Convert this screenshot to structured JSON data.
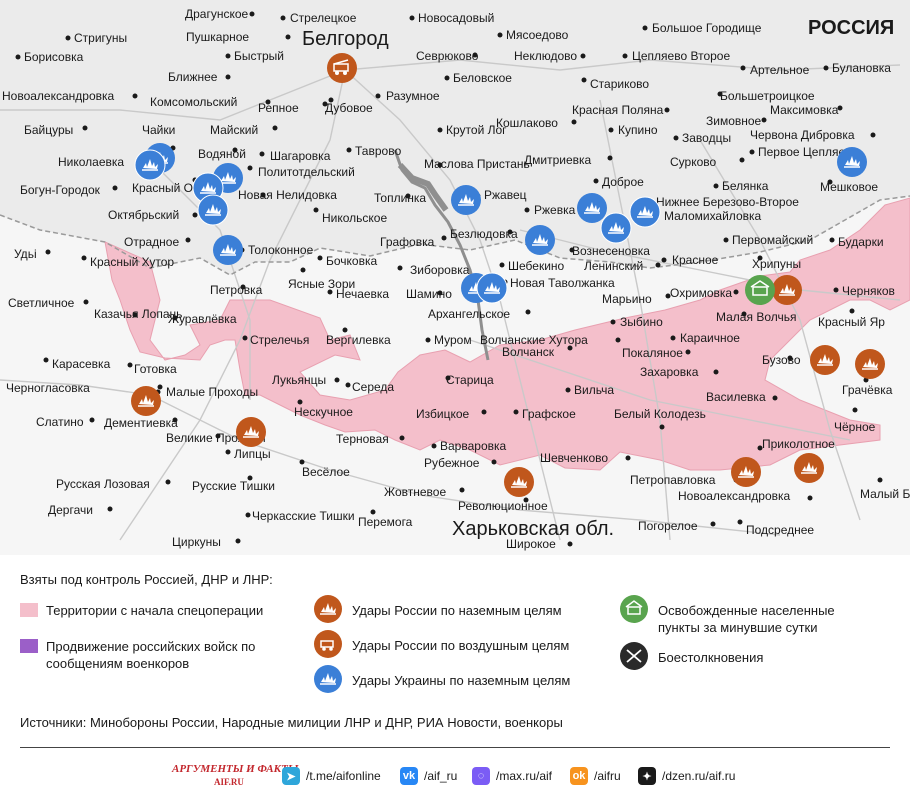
{
  "map": {
    "country_label": "РОССИЯ",
    "region_label": "Харьковская обл.",
    "city_label": "Белгород",
    "colors": {
      "land_ru": "#ebebeb",
      "land_ua": "#f6f6f6",
      "controlled": "#f4bfcb",
      "controlled_edge": "#e8a0b0",
      "water": "#9a9a9a",
      "road": "#c6c6c6",
      "border": "#a0a0a0",
      "strike_ru": "#c0571c",
      "strike_ua": "#3b7fd7",
      "liberated": "#59a44e",
      "clash": "#2a2a2a"
    },
    "settlements": [
      "Драгунское",
      "Стрелецкое",
      "Новосадовый",
      "Стригуны",
      "Пушкарное",
      "Быстрый",
      "Мясоедово",
      "Большое Городище",
      "Борисовка",
      "Севрюково",
      "Неклюдово",
      "Цепляево Второе",
      "Артельное",
      "Булановка",
      "Ближнее",
      "Беловское",
      "Стариково",
      "Новоалександровка",
      "Комсомольский",
      "Репное",
      "Дубовое",
      "Разумное",
      "Большетроицкое",
      "Максимовка",
      "Красная Поляна",
      "Зимовное",
      "Байцуры",
      "Майский",
      "Крутой Лог",
      "Кошлаково",
      "Купино",
      "Заводцы",
      "Червона Дибровка",
      "Чайки",
      "Шагаровка",
      "Тавровo",
      "Николаевка",
      "Водяной",
      "Политотдельский",
      "Маслова Пристань",
      "Дмитриевка",
      "Сурково",
      "Первое Цепляево",
      "Богун-Городок",
      "Красный Октябрь",
      "Новая Нелидовка",
      "Топлинка",
      "Ржавец",
      "Доброе",
      "Белянка",
      "Мешковое",
      "Октябрьский",
      "Никольское",
      "Ржевка",
      "Нижнее Березово-Второе",
      "Маломихайловка",
      "Отрадное",
      "Толоконное",
      "Графовка",
      "Безлюдовка",
      "Вознесеновка",
      "Первомайский",
      "Бударки",
      "Удьі",
      "Красный Хутор",
      "Бочковка",
      "Шебекино",
      "Ленинский",
      "Хрипуны",
      "Петровка",
      "Зиборовка",
      "Новая Таволжанка",
      "Красное",
      "Черняков",
      "Светличное",
      "Ясные Зори",
      "Нечаевка",
      "Шамино",
      "Марьино",
      "Охримовка",
      "Малая Волчья",
      "Казачья Лопань",
      "Журавлёвка",
      "Стрелечья",
      "Архангельское",
      "Зыбино",
      "Красный Яр",
      "Вергилевка",
      "Муром",
      "Волчанские Хутора",
      "Волчанск",
      "Караичное",
      "Покаляное",
      "Карасевка",
      "Готовка",
      "Бузово",
      "Грачёвка",
      "Черногласовка",
      "Малые Проходы",
      "Лукьянцы",
      "Середа",
      "Старица",
      "Вильча",
      "Захаровка",
      "Василевка",
      "Слатино",
      "Дементиевка",
      "Нескучное",
      "Избицкое",
      "Графское",
      "Белый Колодезь",
      "Чёрное",
      "Великие Проходы",
      "Терновая",
      "Варваровка",
      "Приколотное",
      "Липцы",
      "Рубежное",
      "Шевченково",
      "Весёлое",
      "Петропавловка",
      "Русская Лозовая",
      "Русские Тишки",
      "Жовтневое",
      "Революционное",
      "Новоалександровка",
      "Малый Бурлук",
      "Дергачи",
      "Черкасские Тишки",
      "Перемога",
      "Погорелое",
      "Подсреднее",
      "Циркуны",
      "Широкое"
    ]
  },
  "legend": {
    "title": "Взяты под контроль Россией, ДНР и ЛНР:",
    "territory_label": "Территории с начала спецоперации",
    "advance_label": "Продвижение российских войск по сообщениям военкоров",
    "ground_strikes_ru": "Удары России по наземным целям",
    "air_strikes_ru": "Удары России по воздушным целям",
    "ground_strikes_ua": "Удары Украины по наземным целям",
    "liberated_label": "Освобожденные населенные пункты за минувшие сутки",
    "clashes_label": "Боестолкновения",
    "sources": "Источники: Минобороны России, Народные милиции ЛНР и ДНР, РИА Новости, военкоры"
  },
  "footer": {
    "logo_top": "АРГУМЕНТЫ И ФАКТЫ",
    "logo_bottom": "AIF.RU",
    "telegram": "/t.me/aifonline",
    "vk": "/aif_ru",
    "max": "/max.ru/aif",
    "ok": "/aifru",
    "dzen": "/dzen.ru/aif.ru"
  }
}
